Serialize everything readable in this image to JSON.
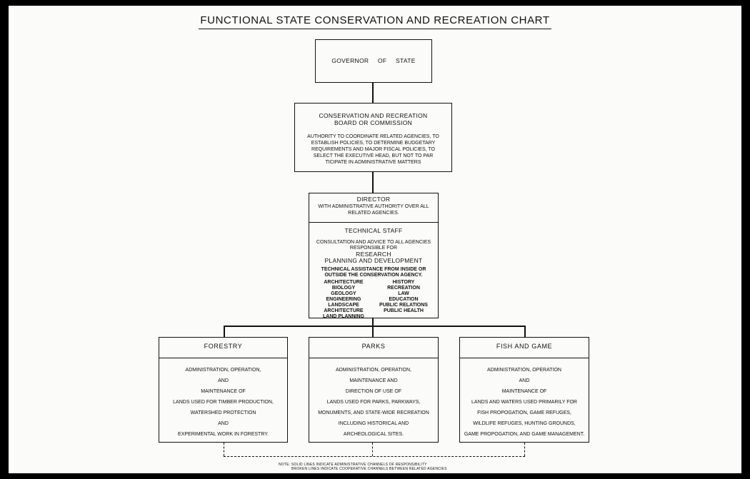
{
  "title": "FUNCTIONAL STATE CONSERVATION AND RECREATION CHART",
  "governor": {
    "label": "GOVERNOR OF STATE"
  },
  "board": {
    "title_line1": "CONSERVATION AND RECREATION",
    "title_line2": "BOARD OR COMMISSION",
    "lines": [
      "AUTHORITY TO COORDINATE RELATED AGENCIES, TO",
      "ESTABLISH POLICIES, TO DETERMINE BUDGETARY",
      "REQUIREMENTS AND MAJOR FISCAL POLICIES, TO",
      "SELECT THE EXECUTIVE HEAD, BUT NOT TO PAR",
      "TICIPATE IN ADMINISTRATIVE MATTERS"
    ]
  },
  "director": {
    "title": "DIRECTOR",
    "line1": "WITH ADMINISTRATIVE AUTHORITY OVER ALL",
    "line2": "RELATED AGENCIES."
  },
  "technical_staff": {
    "title": "TECHNICAL STAFF",
    "line1": "CONSULTATION AND ADVICE TO ALL AGENCIES",
    "line2": "RESPONSIBLE FOR",
    "line3": "RESEARCH",
    "line4": "PLANNING AND DEVELOPMENT",
    "line5": "TECHNICAL ASSISTANCE FROM INSIDE OR",
    "line6": "OUTSIDE THE CONSERVATION AGENCY.",
    "left_col": [
      "ARCHITECTURE",
      "BIOLOGY",
      "GEOLOGY",
      "ENGINEERING",
      "LANDSCAPE ARCHITECTURE",
      "LAND PLANNING"
    ],
    "right_col": [
      "HISTORY",
      "RECREATION",
      "LAW",
      "EDUCATION",
      "PUBLIC RELATIONS",
      "PUBLIC HEALTH"
    ]
  },
  "forestry": {
    "title": "FORESTRY",
    "lines": [
      "ADMINISTRATION, OPERATION,",
      "AND",
      "MAINTENANCE OF",
      "LANDS USED FOR TIMBER PRODUCTION,",
      "WATERSHED PROTECTION",
      "AND",
      "EXPERIMENTAL WORK IN FORESTRY."
    ]
  },
  "parks": {
    "title": "PARKS",
    "lines": [
      "ADMINISTRATION, OPERATION,",
      "MAINTENANCE AND",
      "DIRECTION OF USE OF",
      "LANDS USED FOR PARKS, PARKWAYS,",
      "MONUMENTS, AND STATE-WIDE RECREATION",
      "INCLUDING HISTORICAL AND",
      "ARCHEOLOGICAL SITES."
    ]
  },
  "fish_game": {
    "title": "FISH AND GAME",
    "lines": [
      "ADMINISTRATION, OPERATION",
      "AND",
      "MAINTENANCE OF",
      "LANDS AND WATERS USED PRIMARILY FOR",
      "FISH PROPOGATION, GAME REFUGES,",
      "WILDLIFE REFUGES, HUNTING GROUNDS,",
      "GAME PROPOGATION, AND GAME MANAGEMENT."
    ]
  },
  "note": {
    "line1": "NOTE:  SOLID LINES INDICATE ADMINISTRATIVE CHANNELS OF RESPONSIBILITY",
    "line2": "BROKEN LINES INDICATE COOPERATIVE CHANNELS BETWEEN RELATED AGENCIES"
  }
}
